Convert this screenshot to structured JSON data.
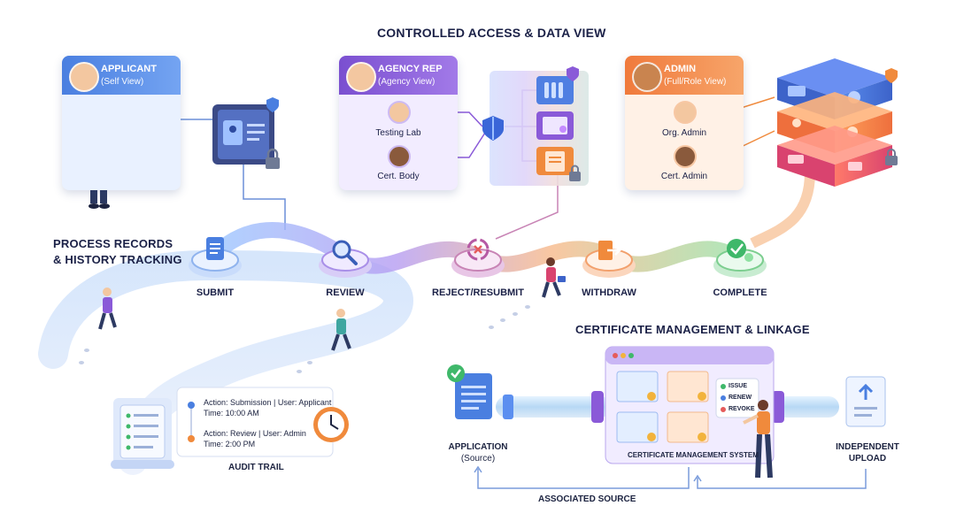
{
  "title": "CONTROLLED ACCESS & DATA VIEW",
  "roles": {
    "applicant": {
      "name": "APPLICANT",
      "view": "(Self View)"
    },
    "agency": {
      "name": "AGENCY REP",
      "view": "(Agency View)",
      "members": [
        "Testing Lab",
        "Cert. Body"
      ]
    },
    "admin": {
      "name": "ADMIN",
      "view": "(Full/Role View)",
      "members": [
        "Org. Admin",
        "Cert. Admin"
      ]
    }
  },
  "process": {
    "title_line1": "PROCESS RECORDS",
    "title_line2": "& HISTORY TRACKING",
    "steps": [
      "SUBMIT",
      "REVIEW",
      "REJECT/RESUBMIT",
      "WITHDRAW",
      "COMPLETE"
    ]
  },
  "audit": {
    "entries": [
      {
        "action": "Action: Submission | User: Applicant",
        "time": "Time: 10:00 AM"
      },
      {
        "action": "Action: Review | User: Admin",
        "time": "Time: 2:00 PM"
      }
    ],
    "label": "AUDIT TRAIL"
  },
  "cert": {
    "title": "CERTIFICATE MANAGEMENT & LINKAGE",
    "system_label": "CERTIFICATE MANAGEMENT SYSTEM",
    "actions": [
      "ISSUE",
      "RENEW",
      "REVOKE"
    ],
    "application_line1": "APPLICATION",
    "application_line2": "(Source)",
    "upload_line1": "INDEPENDENT",
    "upload_line2": "UPLOAD",
    "associated": "ASSOCIATED SOURCE"
  },
  "colors": {
    "blue": "#4a7fe0",
    "purple": "#8a5ad8",
    "orange": "#f08a3c",
    "green": "#3fb86a",
    "red": "#e55b5b"
  }
}
